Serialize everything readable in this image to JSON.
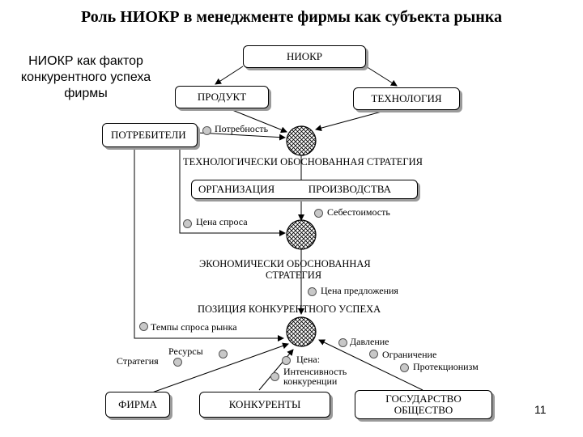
{
  "title": "Роль НИОКР в менеджменте фирмы как субъекта рынка",
  "subtitle": "НИОКР как фактор конкурентного успеха фирмы",
  "boxes": {
    "niokr": "НИОКР",
    "product": "ПРОДУКТ",
    "technology": "ТЕХНОЛОГИЯ",
    "consumers": "ПОТРЕБИТЕЛИ",
    "organization": "ОРГАНИЗАЦИЯ",
    "production": "ПРОИЗВОДСТВА",
    "firm": "ФИРМА",
    "competitors": "КОНКУРЕНТЫ",
    "state": "ГОСУДАРСТВО ОБЩЕСТВО"
  },
  "labels": {
    "need": "Потребность",
    "tech_strategy": "ТЕХНОЛОГИЧЕСКИ ОБОСНОВАННАЯ СТРАТЕГИЯ",
    "demand_price": "Цена спроса",
    "cost": "Себестоимость",
    "econ_strategy_1": "ЭКОНОМИЧЕСКИ ОБОСНОВАННАЯ",
    "econ_strategy_2": "СТРАТЕГИЯ",
    "supply_price": "Цена предложения",
    "position": "ПОЗИЦИЯ КОНКУРЕНТНОГО УСПЕХА",
    "demand_growth": "Темпы спроса рынка",
    "strategy": "Стратегия",
    "resources": "Ресурсы",
    "price": "Цена:",
    "intensity_1": "Интенсивность",
    "intensity_2": "конкуренции",
    "pressure": "Давление",
    "restriction": "Ограничение",
    "protectionism": "Протекционизм"
  },
  "page_number": "11"
}
